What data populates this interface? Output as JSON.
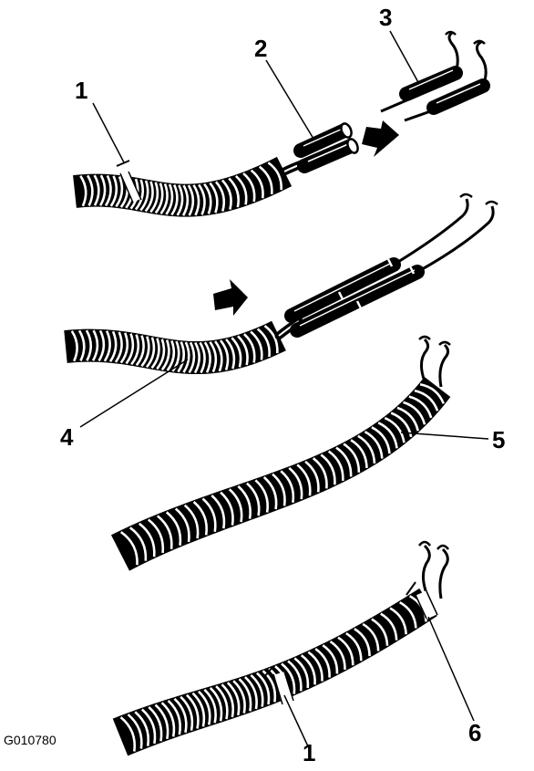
{
  "figure": {
    "id": "G010780"
  },
  "callouts": [
    {
      "key": "c1a",
      "label": "1"
    },
    {
      "key": "c2",
      "label": "2"
    },
    {
      "key": "c3",
      "label": "3"
    },
    {
      "key": "c4",
      "label": "4"
    },
    {
      "key": "c5",
      "label": "5"
    },
    {
      "key": "c1b",
      "label": "1"
    },
    {
      "key": "c6",
      "label": "6"
    }
  ],
  "colors": {
    "ink": "#000000",
    "paper": "#ffffff"
  }
}
